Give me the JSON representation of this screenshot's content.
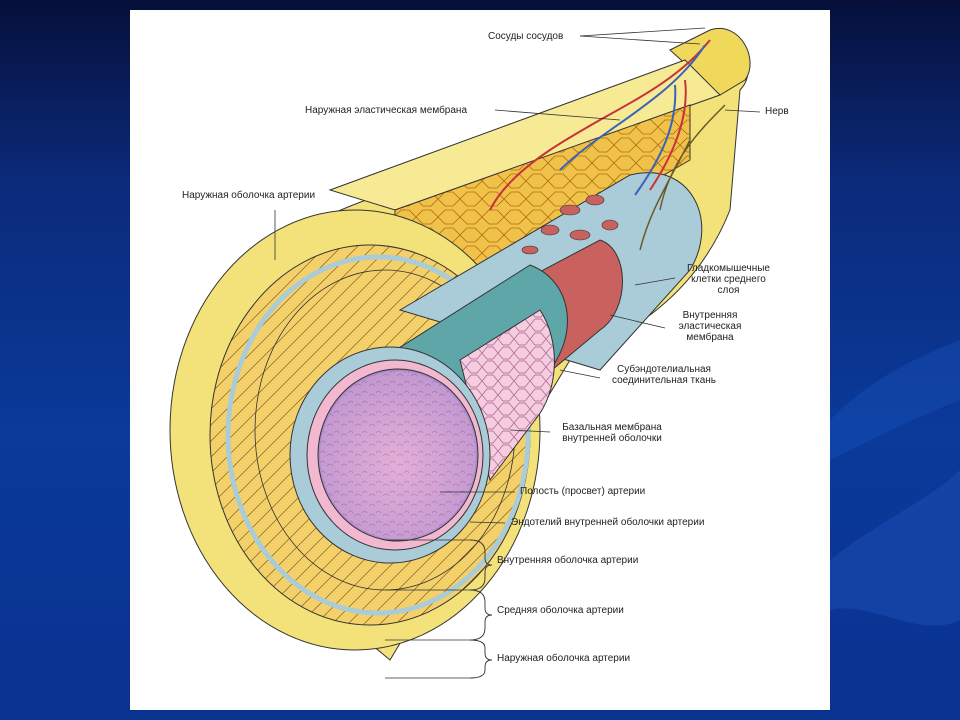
{
  "labels": {
    "vasa_vasorum": "Сосуды сосудов",
    "external_elastic_membrane": "Наружная эластическая мембрана",
    "nerve": "Нерв",
    "tunica_externa_top": "Наружная оболочка артерии",
    "smooth_muscle_1": "Гладкомышечные",
    "smooth_muscle_2": "клетки среднего",
    "smooth_muscle_3": "слоя",
    "internal_elastic_1": "Внутренняя",
    "internal_elastic_2": "эластическая",
    "internal_elastic_3": "мембрана",
    "subendothelial_1": "Субэндотелиальная",
    "subendothelial_2": "соединительная ткань",
    "basal_1": "Базальная мембрана",
    "basal_2": "внутренней оболочки",
    "lumen": "Полость (просвет) артерии",
    "endothelium": "Эндотелий внутренней оболочки артерии",
    "tunica_intima": "Внутренняя оболочка артерии",
    "tunica_media": "Средняя оболочка артерии",
    "tunica_externa_bottom": "Наружная оболочка артерии"
  },
  "colors": {
    "adventitia": "#f3e27a",
    "media": "#f0c24a",
    "media_dark": "#e2a12c",
    "elastic": "#a9ccd8",
    "intima_teal": "#5fa6a8",
    "endothelium": "#f2b8d0",
    "lumen": "#c99ad4",
    "vessel_red": "#c8323a",
    "vessel_blue": "#3a63b8"
  }
}
